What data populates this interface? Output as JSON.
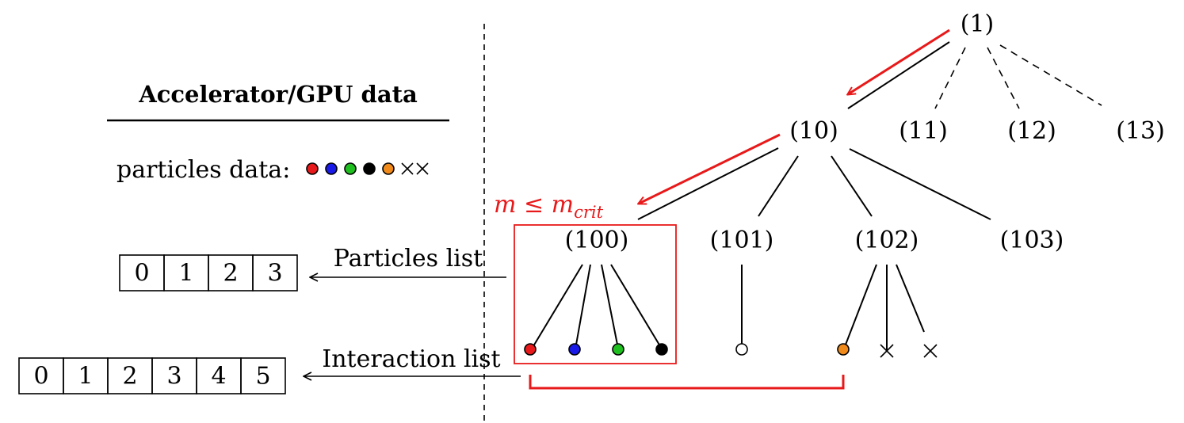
{
  "panel": {
    "title": "Accelerator/GPU data",
    "particles_label": "particles data:",
    "particles": [
      {
        "kind": "dot",
        "color": "#e8191a"
      },
      {
        "kind": "dot",
        "color": "#1a1ae8"
      },
      {
        "kind": "dot",
        "color": "#1fbf1f"
      },
      {
        "kind": "dot",
        "color": "#000000"
      },
      {
        "kind": "dot",
        "color": "#f08a1a"
      },
      {
        "kind": "cross",
        "color": "#000000"
      },
      {
        "kind": "cross",
        "color": "#000000"
      }
    ],
    "particles_list_cells": [
      "0",
      "1",
      "2",
      "3"
    ],
    "interaction_list_cells": [
      "0",
      "1",
      "2",
      "3",
      "4",
      "5"
    ]
  },
  "labels": {
    "particles_list": "Particles list",
    "interaction_list": "Interaction list",
    "criterion": "m ≤ m_crit"
  },
  "tree": {
    "nodes": {
      "root": "(1)",
      "n10": "(10)",
      "n11": "(11)",
      "n12": "(12)",
      "n13": "(13)",
      "n100": "(100)",
      "n101": "(101)",
      "n102": "(102)",
      "n103": "(103)"
    },
    "leaves_100": [
      "#e8191a",
      "#1a1ae8",
      "#1fbf1f",
      "#000000"
    ],
    "leaf_101": "#ffffff",
    "leaves_102": [
      {
        "kind": "dot",
        "color": "#f08a1a"
      },
      {
        "kind": "cross",
        "color": "#000000"
      },
      {
        "kind": "cross",
        "color": "#000000"
      }
    ]
  },
  "colors": {
    "highlight": "#e8191a",
    "line": "#000000"
  }
}
